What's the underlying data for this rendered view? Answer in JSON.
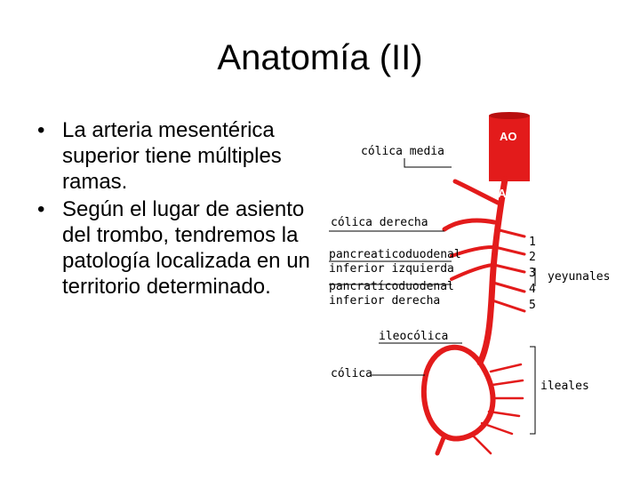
{
  "slide": {
    "title": "Anatomía (II)",
    "bullets": [
      "La arteria mesentérica superior tiene múltiples ramas.",
      "Según el lugar de asiento del trombo, tendremos la patología localizada en un territorio determinado."
    ],
    "bullet_symbol": "•"
  },
  "figure": {
    "colors": {
      "artery": "#e31b1b",
      "line": "#000000",
      "text": "#000000"
    },
    "labels": {
      "ao": "AO",
      "ams": "AMS",
      "colica_media": "cólica media",
      "colica_derecha": "cólica derecha",
      "pd_inf_izq_1": "pancreaticoduodenal",
      "pd_inf_izq_2": "inferior izquierda",
      "pd_inf_der_1": "pancratícoduodenal",
      "pd_inf_der_2": "inferior derecha",
      "ileocolica": "ileocólica",
      "colica": "cólica",
      "yeyunales": "yeyunales",
      "ileales": "ileales",
      "num1": "1",
      "num2": "2",
      "num3": "3",
      "num4": "4",
      "num5": "5"
    }
  }
}
